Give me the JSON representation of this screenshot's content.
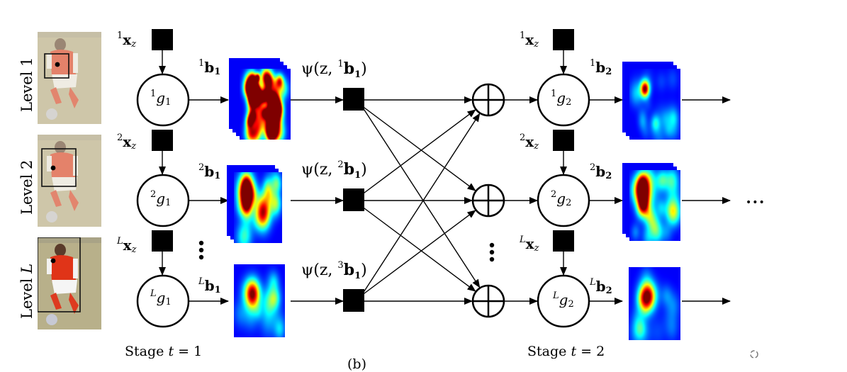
{
  "figure": {
    "caption_partial": "(b)",
    "levels": [
      {
        "id": "1",
        "row_label": "Level 1",
        "row_label_var": "1",
        "input_label_sup": "1",
        "g_sup": "1",
        "b1_sup": "1",
        "psi_sup": "1",
        "g2_sup": "1",
        "b2_sup": "1"
      },
      {
        "id": "2",
        "row_label": "Level 2",
        "row_label_var": "2",
        "input_label_sup": "2",
        "g_sup": "2",
        "b1_sup": "2",
        "psi_sup": "2",
        "g2_sup": "2",
        "b2_sup": "2"
      },
      {
        "id": "L",
        "row_label": "Level",
        "row_label_var": "L",
        "input_label_sup": "L",
        "g_sup": "L",
        "b1_sup": "L",
        "psi_sup": "3",
        "g2_sup": "L",
        "b2_sup": "L"
      }
    ],
    "symbols": {
      "input_var": "x",
      "input_sub": "z",
      "g_var": "g",
      "b_var": "b",
      "psi_prefix": "ψ(z, ",
      "psi_suffix": ")",
      "stage1_sub": "1",
      "stage2_sub": "2"
    },
    "stages": [
      {
        "label": "Stage",
        "var": "t",
        "eq": "= 1"
      },
      {
        "label": "Stage",
        "var": "t",
        "eq": "= 2"
      }
    ],
    "ellipsis_horizontal": "•••",
    "stage1_stack_counts": [
      4,
      3,
      1
    ],
    "stage2_stack_counts": [
      3,
      3,
      1
    ],
    "heatmap_colors": {
      "low": "#0a1aa0",
      "mid": "#1ab0f0",
      "high": "#8b0000"
    }
  }
}
